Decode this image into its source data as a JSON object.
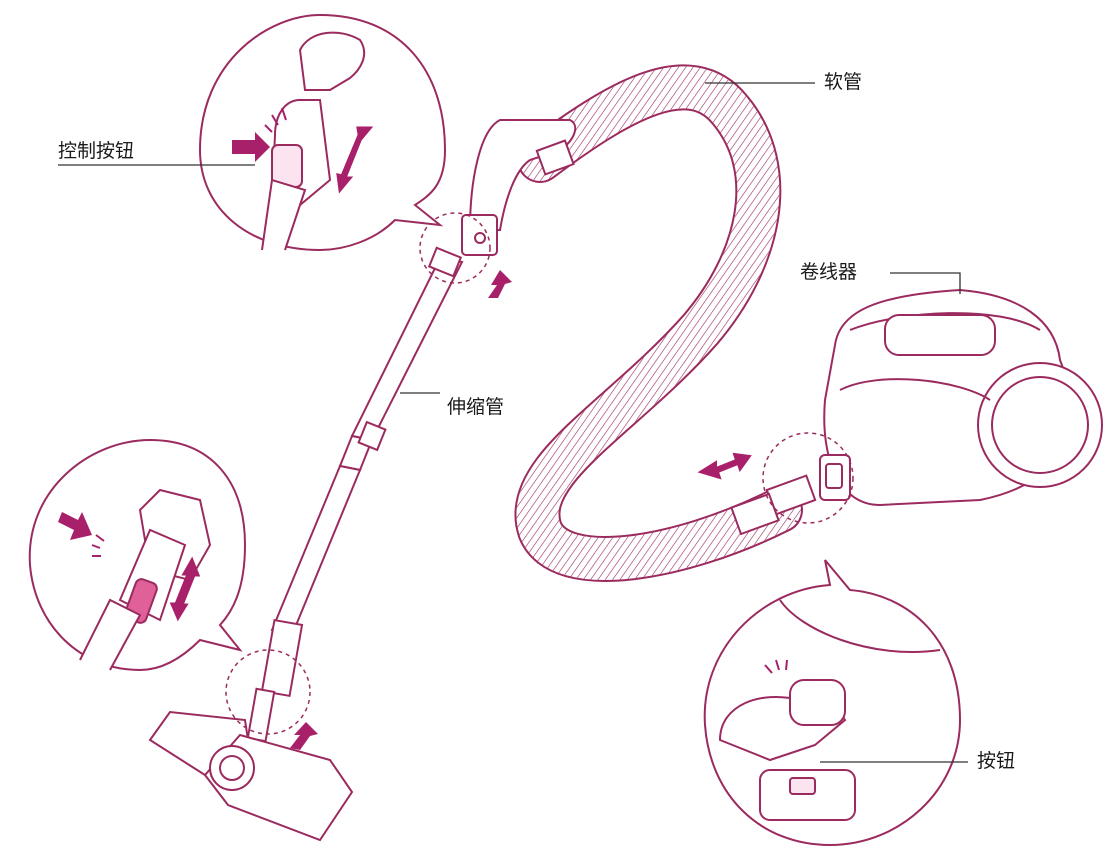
{
  "labels": {
    "control_button": "控制按钮",
    "hose": "软管",
    "cord_reel": "卷线器",
    "telescopic_tube": "伸缩管",
    "button": "按钮"
  },
  "colors": {
    "line": "#9b2b5e",
    "accent": "#a8206a",
    "fill": "#fbe4ef",
    "button_pink": "#e0609a",
    "leader": "#333333"
  },
  "icons": {
    "direction_arrows": "double-arrow-icon",
    "push_arrows": "arrow-icon"
  }
}
